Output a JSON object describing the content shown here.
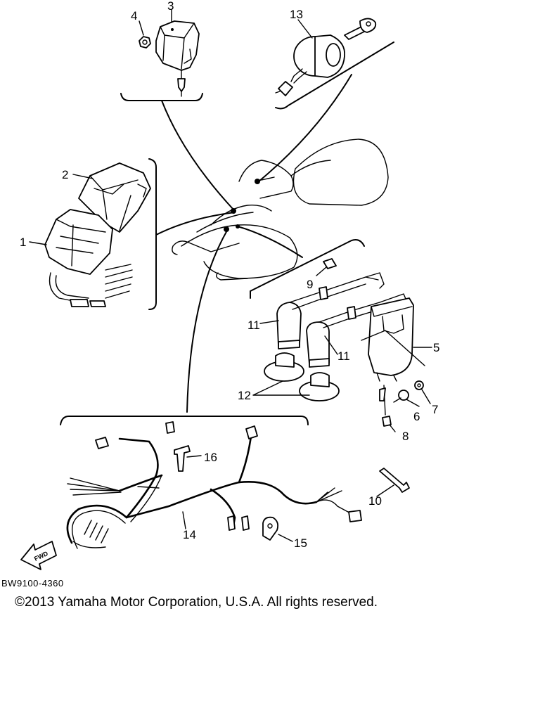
{
  "callouts": [
    {
      "id": "1",
      "text": "1"
    },
    {
      "id": "2",
      "text": "2"
    },
    {
      "id": "3",
      "text": "3"
    },
    {
      "id": "4",
      "text": "4"
    },
    {
      "id": "5",
      "text": "5"
    },
    {
      "id": "6",
      "text": "6"
    },
    {
      "id": "7",
      "text": "7"
    },
    {
      "id": "8",
      "text": "8"
    },
    {
      "id": "9",
      "text": "9"
    },
    {
      "id": "10",
      "text": "10"
    },
    {
      "id": "11a",
      "text": "11"
    },
    {
      "id": "11b",
      "text": "11"
    },
    {
      "id": "12",
      "text": "12"
    },
    {
      "id": "13",
      "text": "13"
    },
    {
      "id": "14",
      "text": "14"
    },
    {
      "id": "15",
      "text": "15"
    },
    {
      "id": "16",
      "text": "16"
    }
  ],
  "front_arrow": {
    "text": "FWD"
  },
  "figure_code": "BW9100-4360",
  "copyright": "©2013 Yamaha Motor Corporation, U.S.A. All rights reserved."
}
